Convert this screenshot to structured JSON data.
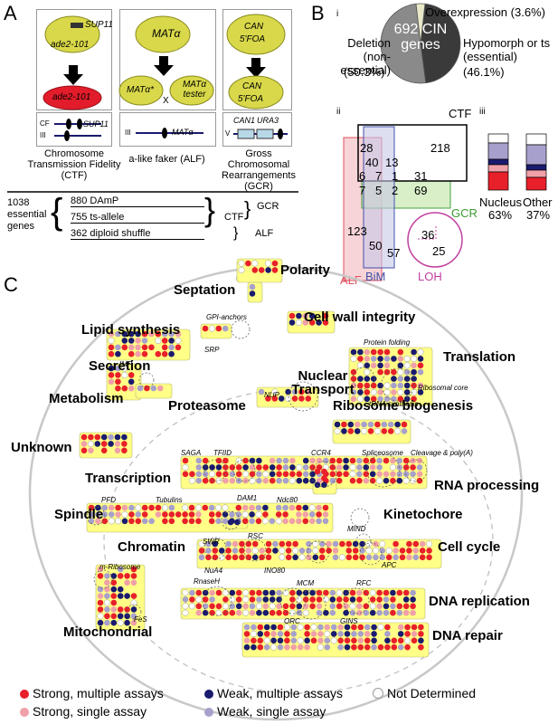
{
  "panel_a": {
    "letter": "A",
    "boxes": [
      {
        "cells": [
          "SUP11",
          "ade2-101",
          "ade2-101"
        ],
        "schematic_labels": [
          "CF",
          "III",
          "SUP11"
        ],
        "caption": "Chromosome Transmission Fidelity (CTF)"
      },
      {
        "cells": [
          "MATα",
          "MATα*",
          "X",
          "MATα tester"
        ],
        "schematic_labels": [
          "III",
          "MATα"
        ],
        "caption": "a-like faker (ALF)"
      },
      {
        "cells": [
          "CAN",
          "5'FOA",
          "CAN",
          "5'FOA"
        ],
        "schematic_labels": [
          "CAN1",
          "URA3",
          "V"
        ],
        "caption": "Gross Chromosomal Rearrangements (GCR)"
      }
    ],
    "table": {
      "left": "1038 essential genes",
      "rows": [
        "880 DAmP",
        "755 ts-allele",
        "362 diploid shuffle"
      ],
      "right": [
        "CTF",
        "GCR",
        "ALF"
      ]
    }
  },
  "panel_b": {
    "letter": "B",
    "pie": {
      "tag": "i",
      "center": "692 CIN genes",
      "slices": [
        {
          "label": "Deletion (non-essential)",
          "pct": "(50.3%)",
          "value": 50.3,
          "color": "#8a8a8a"
        },
        {
          "label": "Hypomorph or ts (essential)",
          "pct": "(46.1%)",
          "value": 46.1,
          "color": "#3a3a3a"
        },
        {
          "label": "Overexpression",
          "pct": "(3.6%)",
          "value": 3.6,
          "color": "#e8e8c8"
        }
      ]
    },
    "venn": {
      "tag": "ii",
      "numbers": [
        "28",
        "40",
        "13",
        "218",
        "6",
        "7",
        "1",
        "31",
        "7",
        "5",
        "2",
        "69",
        "123",
        "50",
        "57",
        "36",
        "25"
      ],
      "labels": {
        "ctf": "CTF",
        "gcr": "GCR",
        "alf": "ALF",
        "bim": "BiM",
        "loh": "LOH"
      }
    },
    "bars": {
      "tag": "iii",
      "labels": [
        "Nucleus",
        "Other"
      ],
      "pcts": [
        "63%",
        "37%"
      ]
    }
  },
  "panel_c": {
    "letter": "C",
    "categories": [
      "Polarity",
      "Septation",
      "Lipid synthesis",
      "Cell wall integrity",
      "Secretion",
      "Translation",
      "Metabolism",
      "Nuclear Transport",
      "Proteasome",
      "Unknown",
      "Ribosome biogenesis",
      "Transcription",
      "RNA processing",
      "Spindle",
      "Kinetochore",
      "Chromatin",
      "Cell cycle",
      "DNA replication",
      "Mitochondrial",
      "DNA repair"
    ],
    "sublabels": [
      "GPI-anchors",
      "SRP",
      "Protein folding",
      "Ribosomal core",
      "tRNA synthesis",
      "IMP",
      "NUP",
      "SAGA",
      "TFIID",
      "CCR4",
      "Spliceosome",
      "Cleavage & poly(A)",
      "PFD",
      "Tubulins",
      "DAM1",
      "Ndc80",
      "MIND",
      "SWR",
      "RSC",
      "NuA4",
      "INO80",
      "APC",
      "m-Ribosome",
      "FeS",
      "RnaseH",
      "MCM",
      "RFC",
      "ORC",
      "GINS"
    ]
  },
  "legend": {
    "items": [
      {
        "label": "Strong, multiple assays",
        "color": "#e8202a"
      },
      {
        "label": "Weak, multiple assays",
        "color": "#1a1a6e"
      },
      {
        "label": "Not Determined",
        "color": "#ffffff"
      },
      {
        "label": "Strong, single assay",
        "color": "#f0a0a8"
      },
      {
        "label": "Weak, single assay",
        "color": "#a8a0cc"
      }
    ]
  }
}
